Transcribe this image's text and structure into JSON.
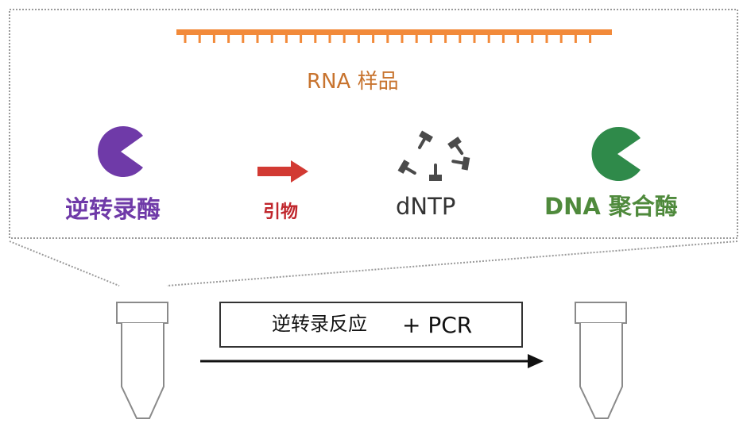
{
  "labels": {
    "rna_sample": "RNA 样品",
    "reverse_transcriptase": "逆转录酶",
    "primer": "引物",
    "dntp": "dNTP",
    "dna_polymerase": "DNA 聚合酶"
  },
  "process": {
    "step1": "逆转录反应",
    "step2": "+ PCR"
  },
  "colors": {
    "rna_strand": "#f28a3a",
    "reverse_transcriptase": "#6f3aa8",
    "primer_arrow": "#d23a33",
    "dntp": "#4a4a4a",
    "dna_polymerase": "#2f8a4a",
    "dashed_outline": "#999999",
    "tube_outline": "#8a8a8a"
  }
}
